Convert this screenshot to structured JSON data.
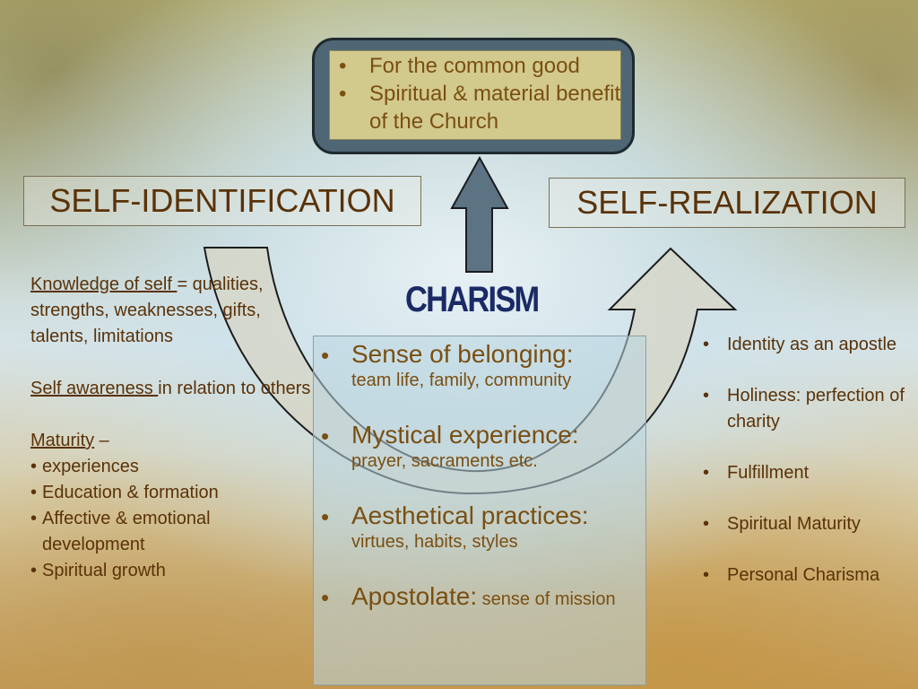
{
  "top_box": {
    "items": [
      "For the common good",
      "Spiritual & material benefit of the Church"
    ]
  },
  "titles": {
    "self_identification": "SELF-IDENTIFICATION",
    "self_realization": "SELF-REALIZATION",
    "charism": "CHARISM"
  },
  "left": {
    "knowledge_label": "Knowledge of self ",
    "knowledge_rest": "= qualities, strengths, weaknesses, gifts, talents, limitations",
    "awareness_label": "Self awareness ",
    "awareness_rest": "in relation to others",
    "maturity_label": "Maturity",
    "maturity_dash": " –",
    "maturity_items": [
      "experiences",
      "Education & formation",
      "Affective & emotional development",
      "Spiritual growth"
    ]
  },
  "center": {
    "items": [
      {
        "head": "Sense of belonging:",
        "detail": "team life, family, community"
      },
      {
        "head": "Mystical experience:",
        "detail": "prayer, sacraments etc."
      },
      {
        "head": "Aesthetical practices:",
        "detail": "virtues, habits, styles"
      },
      {
        "head": "Apostolate:",
        "detail": " sense of mission"
      }
    ]
  },
  "right": {
    "items": [
      "Identity as an apostle",
      "Holiness: perfection of charity",
      "Fulfillment",
      "Spiritual Maturity",
      "Personal Charisma"
    ]
  },
  "colors": {
    "text_brown": "#5a3208",
    "charism_navy": "#1b2a66",
    "top_box_fill": "#4f6675",
    "top_inner_fill": "#d2c98d",
    "arrow_fill": "#5c7384",
    "curved_arrow_fill": "#d8d2bc"
  }
}
